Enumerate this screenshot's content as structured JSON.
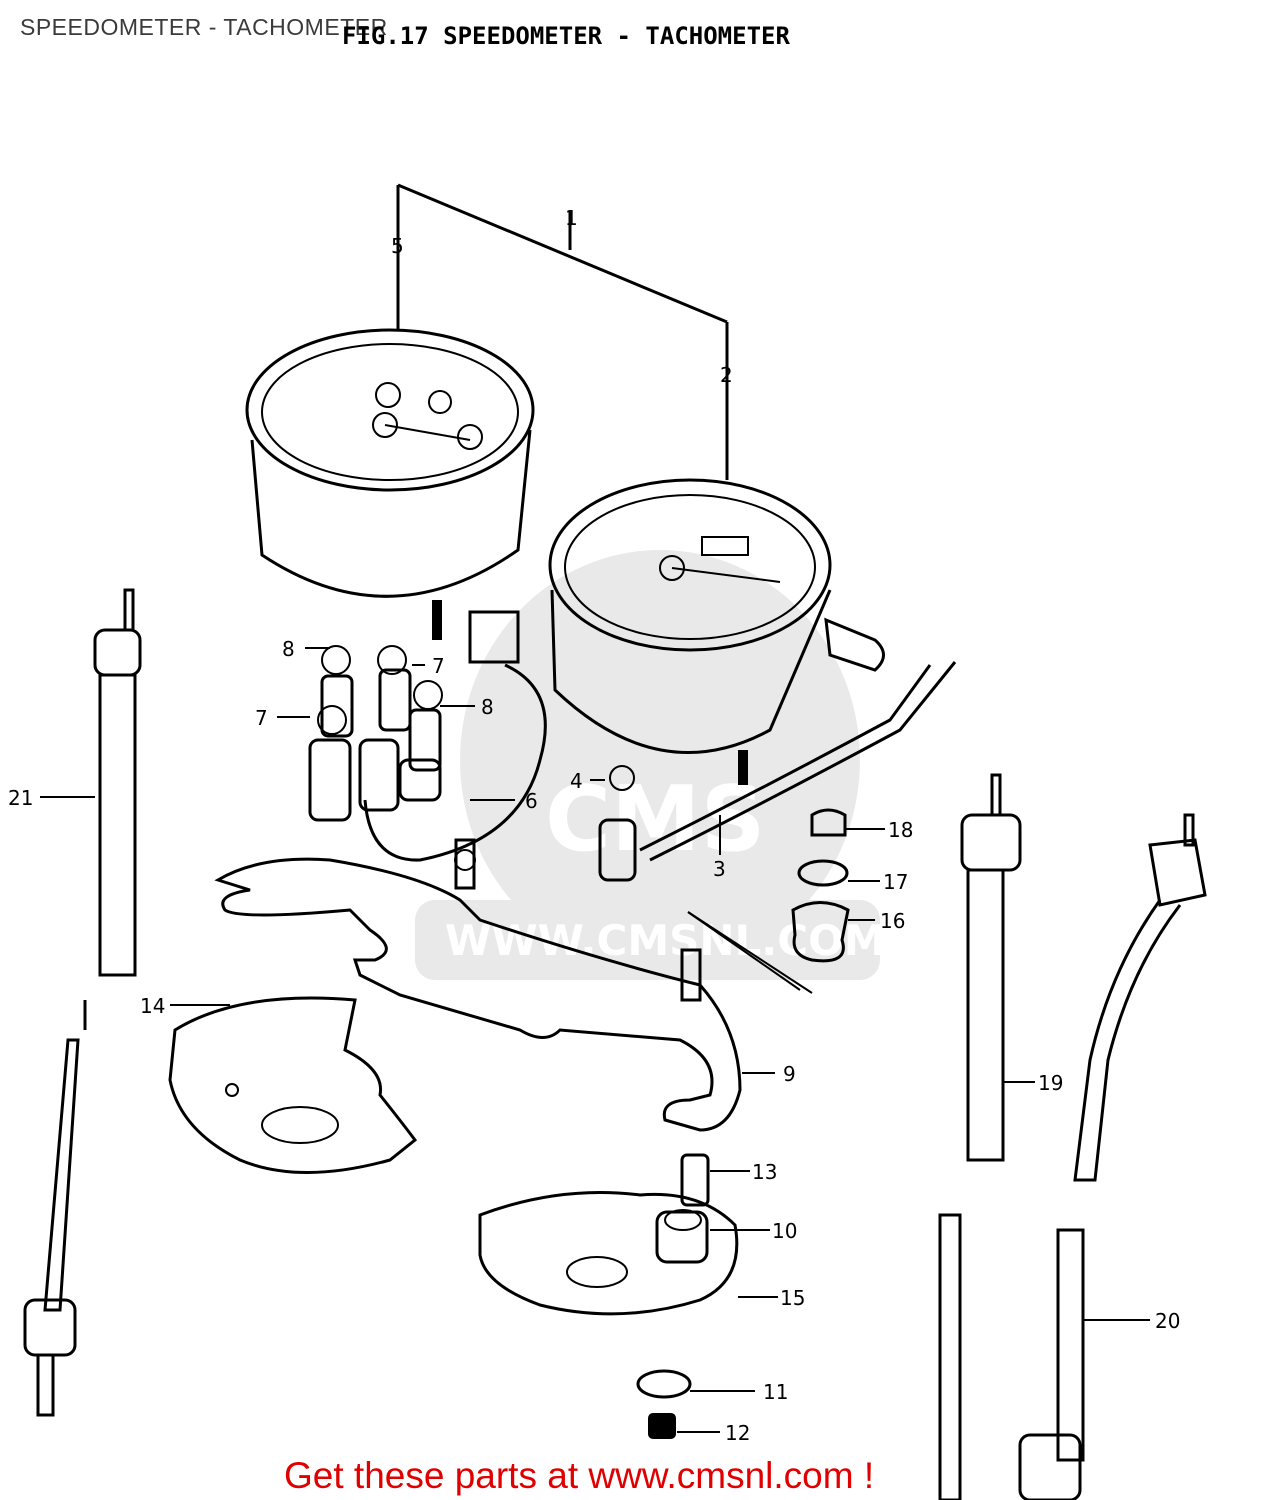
{
  "page_title": "SPEEDOMETER - TACHOMETER",
  "figure_caption": "FIG.17  SPEEDOMETER - TACHOMETER",
  "watermark": {
    "logo_text": "CMS",
    "url_text": "WWW.CMSNL.COM"
  },
  "part_labels": [
    "1",
    "2",
    "3",
    "4",
    "5",
    "6",
    "7",
    "7",
    "8",
    "8",
    "9",
    "10",
    "11",
    "12",
    "13",
    "14",
    "15",
    "16",
    "17",
    "18",
    "19",
    "20",
    "21"
  ],
  "footer": {
    "link_text": "Get these parts at www.cmsnl.com !",
    "color": "#e00000"
  }
}
